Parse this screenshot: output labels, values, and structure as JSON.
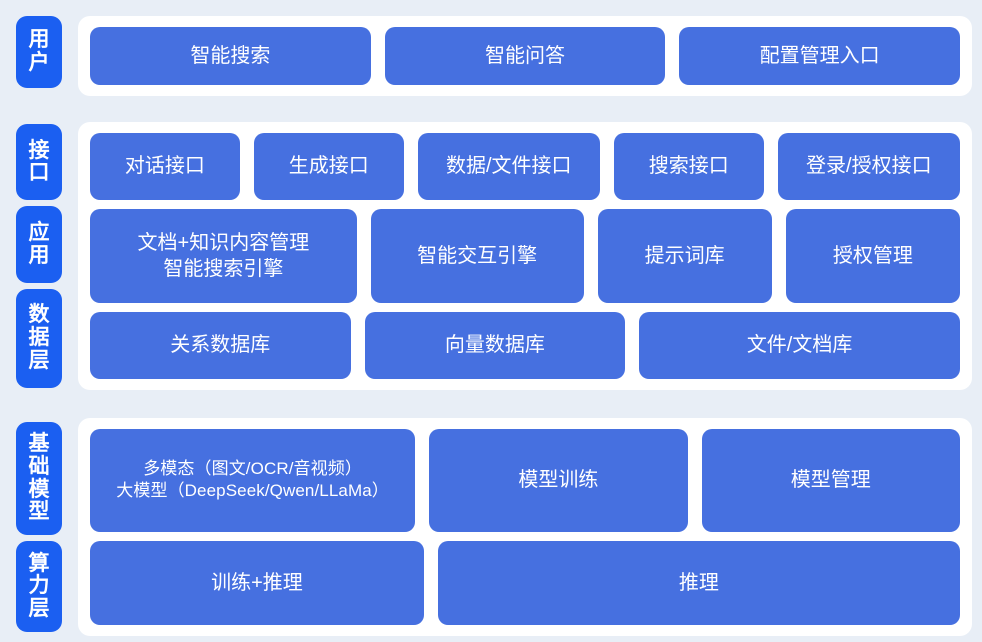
{
  "theme": {
    "page_background": "#e8eef6",
    "panel_background": "#ffffff",
    "badge_color": "#1b5ff1",
    "cell_color": "#4670e0",
    "cell_text_color": "#ffffff"
  },
  "bands": [
    {
      "id": "user",
      "rail": [
        {
          "label": "用户"
        }
      ],
      "rows": [
        {
          "cells": [
            {
              "label": "智能搜索",
              "weight": "w-md"
            },
            {
              "label": "智能问答",
              "weight": "w-md"
            },
            {
              "label": "配置管理入口",
              "weight": "w-md"
            }
          ]
        }
      ]
    },
    {
      "id": "middle",
      "rail": [
        {
          "label": "接口"
        },
        {
          "label": "应用"
        },
        {
          "label": "数据层"
        }
      ],
      "rows": [
        {
          "cells": [
            {
              "label": "对话接口",
              "weight": "w-sm"
            },
            {
              "label": "生成接口",
              "weight": "w-sm"
            },
            {
              "label": "数据/文件接口",
              "weight": "w-md"
            },
            {
              "label": "搜索接口",
              "weight": "w-sm"
            },
            {
              "label": "登录/授权接口",
              "weight": "w-md"
            }
          ]
        },
        {
          "cells": [
            {
              "label": "文档+知识内容管理\n智能搜索引擎",
              "weight": "w-lg"
            },
            {
              "label": "智能交互引擎",
              "weight": "w-md"
            },
            {
              "label": "提示词库",
              "weight": "w-sm"
            },
            {
              "label": "授权管理",
              "weight": "w-sm"
            }
          ]
        },
        {
          "cells": [
            {
              "label": "关系数据库",
              "weight": "w-sm"
            },
            {
              "label": "向量数据库",
              "weight": "w-sm"
            },
            {
              "label": "文件/文档库",
              "weight": "w-md"
            }
          ]
        }
      ]
    },
    {
      "id": "foundation",
      "rail": [
        {
          "label": "基础模型"
        },
        {
          "label": "算力层"
        }
      ],
      "rows": [
        {
          "cells": [
            {
              "label": "多模态（图文/OCR/音视频）\n大模型（DeepSeek/Qwen/LLaMa）",
              "weight": "w-lg",
              "style": "mono-mix"
            },
            {
              "label": "模型训练",
              "weight": "w-md"
            },
            {
              "label": "模型管理",
              "weight": "w-md"
            }
          ]
        },
        {
          "cells": [
            {
              "label": "训练+推理",
              "weight": "w-md"
            },
            {
              "label": "推理",
              "weight": "w-xl"
            }
          ]
        }
      ]
    }
  ]
}
